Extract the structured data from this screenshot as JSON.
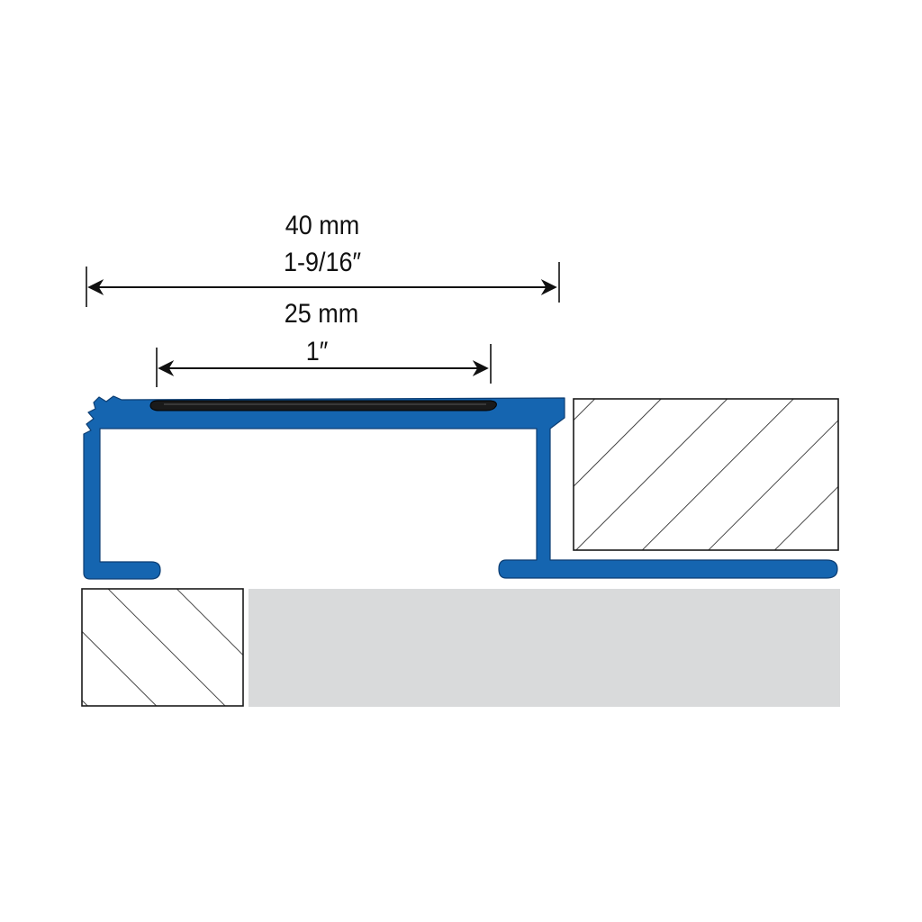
{
  "dimensions": {
    "overall_metric": "40 mm",
    "overall_imperial": "1-9/16″",
    "tread_metric": "25 mm",
    "tread_imperial": "1″"
  },
  "colors": {
    "profile": "#1565b0",
    "profile_outline": "#0d3e73",
    "insert": "#1a1a1a",
    "floor_panel": "#d9dadb",
    "hatch": "#1a1a1a",
    "background": "#ffffff"
  }
}
